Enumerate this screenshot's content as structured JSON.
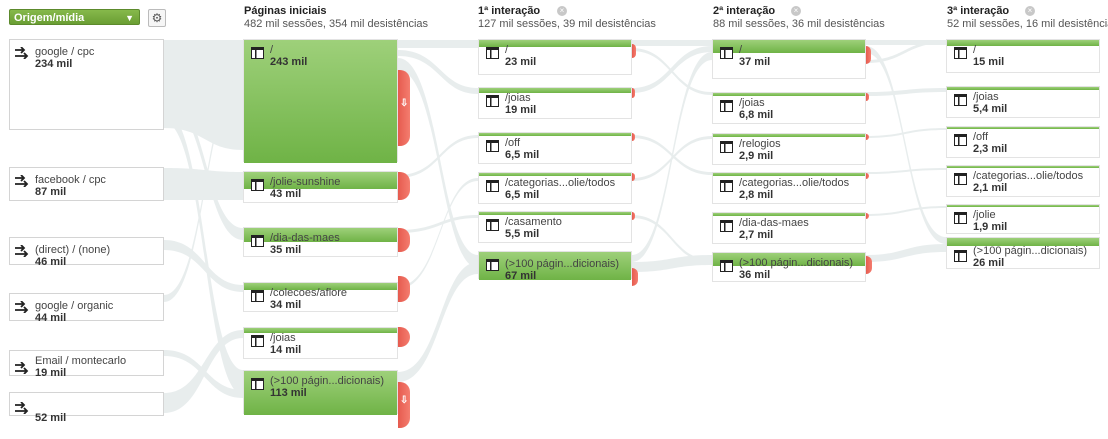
{
  "dimension": {
    "label": "Origem/mídia",
    "caret": "▼"
  },
  "settings_icon": "gear-icon",
  "columns": [
    {
      "title": "Páginas iniciais",
      "summary": "482 mil sessões, 354 mil desistências"
    },
    {
      "title": "1ª interação",
      "summary": "127 mil sessões, 39 mil desistências"
    },
    {
      "title": "2ª interação",
      "summary": "88 mil sessões, 36 mil desistências"
    },
    {
      "title": "3ª interação",
      "summary": "52 mil sessões, 16 mil desistências"
    }
  ],
  "sources": [
    {
      "label": "google / cpc",
      "value": "234 mil"
    },
    {
      "label": "facebook / cpc",
      "value": "87 mil"
    },
    {
      "label": "(direct) / (none)",
      "value": "46 mil"
    },
    {
      "label": "google / organic",
      "value": "44 mil"
    },
    {
      "label": "Email / montecarlo",
      "value": "19 mil"
    },
    {
      "label": "",
      "value": "52 mil"
    }
  ],
  "starting_pages": [
    {
      "label": "/",
      "value": "243 mil"
    },
    {
      "label": "/jolie-sunshine",
      "value": "43 mil"
    },
    {
      "label": "/dia-das-maes",
      "value": "35 mil"
    },
    {
      "label": "/colecoes/aflore",
      "value": "34 mil"
    },
    {
      "label": "/joias",
      "value": "14 mil"
    },
    {
      "label": "(>100 págin...dicionais)",
      "value": "113 mil"
    }
  ],
  "interaction_1": [
    {
      "label": "/",
      "value": "23 mil"
    },
    {
      "label": "/joias",
      "value": "19 mil"
    },
    {
      "label": "/off",
      "value": "6,5 mil"
    },
    {
      "label": "/categorias...olie/todos",
      "value": "6,5 mil"
    },
    {
      "label": "/casamento",
      "value": "5,5 mil"
    },
    {
      "label": "(>100 págin...dicionais)",
      "value": "67 mil"
    }
  ],
  "interaction_2": [
    {
      "label": "/",
      "value": "37 mil"
    },
    {
      "label": "/joias",
      "value": "6,8 mil"
    },
    {
      "label": "/relogios",
      "value": "2,9 mil"
    },
    {
      "label": "/categorias...olie/todos",
      "value": "2,8 mil"
    },
    {
      "label": "/dia-das-maes",
      "value": "2,7 mil"
    },
    {
      "label": "(>100 págin...dicionais)",
      "value": "36 mil"
    }
  ],
  "interaction_3": [
    {
      "label": "/",
      "value": "15 mil"
    },
    {
      "label": "/joias",
      "value": "5,4 mil"
    },
    {
      "label": "/off",
      "value": "2,3 mil"
    },
    {
      "label": "/categorias...olie/todos",
      "value": "2,1 mil"
    },
    {
      "label": "/jolie",
      "value": "1,9 mil"
    },
    {
      "label": "(>100 págin...dicionais)",
      "value": "26 mil"
    }
  ],
  "colors": {
    "node_green": "#7cbd52",
    "dropoff_red": "#ea6b5e",
    "flow_gray": "#dfe5e6"
  },
  "icons": {
    "source": "arrows-icon",
    "page": "page-table-icon",
    "dropoff": "arrow-down-icon",
    "close": "close-icon"
  }
}
